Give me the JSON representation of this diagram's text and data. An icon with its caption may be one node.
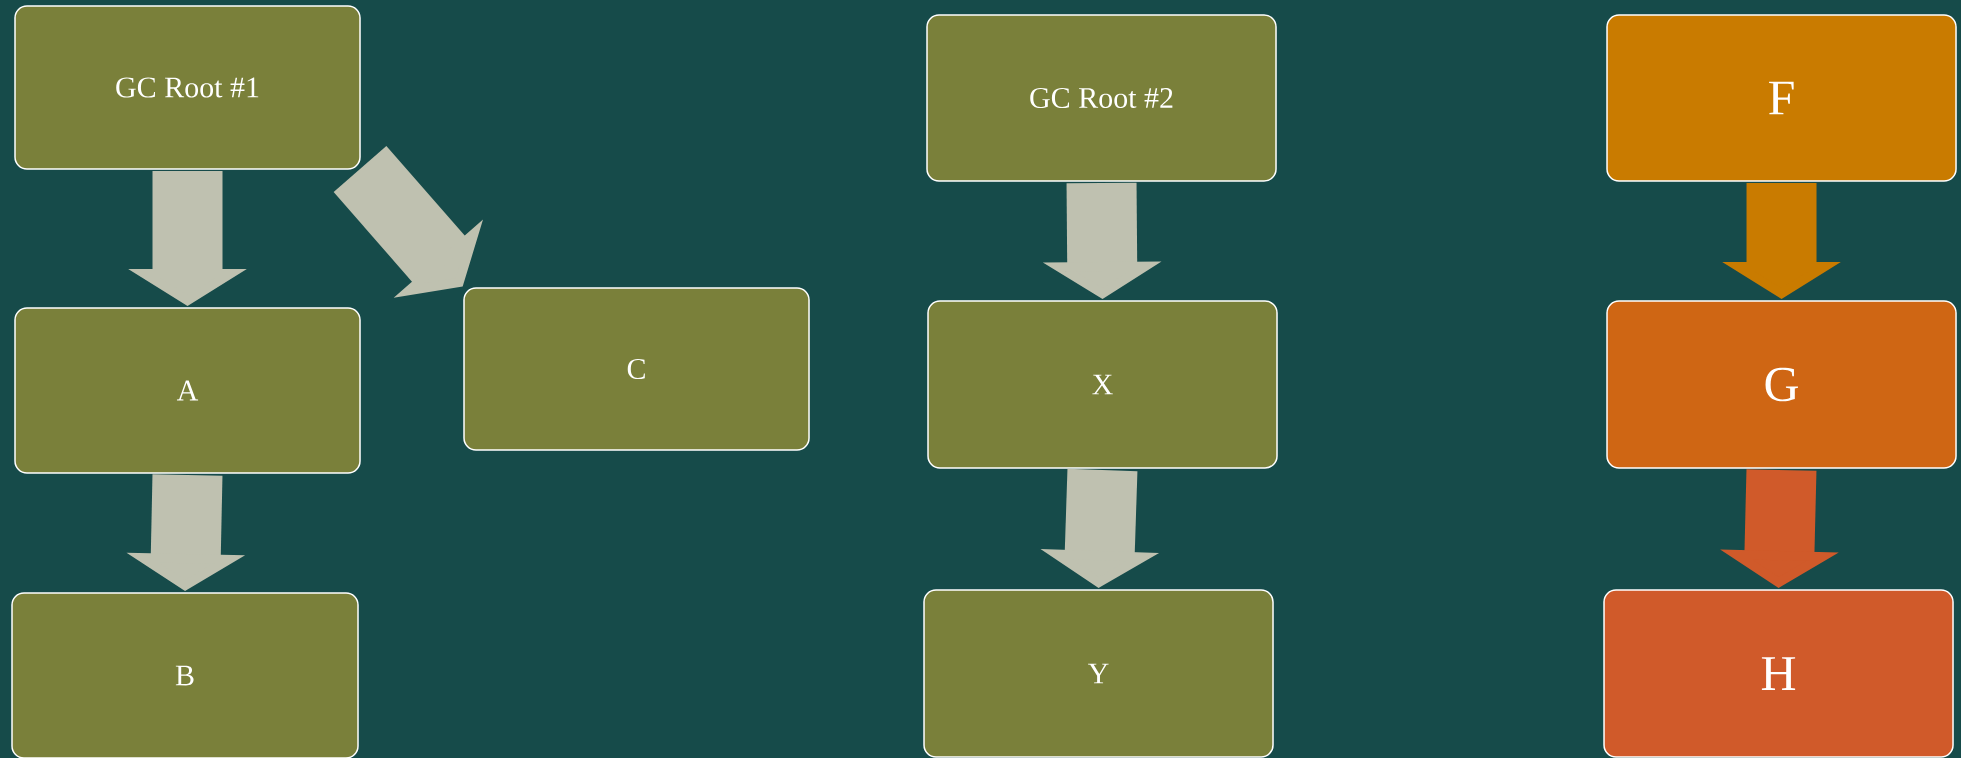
{
  "diagram": {
    "nodes": [
      {
        "text": [
          "GC Root #1"
        ]
      },
      {
        "text": [
          "A"
        ]
      },
      {
        "text": [
          "B"
        ]
      },
      {
        "text": [
          "C"
        ]
      },
      {
        "text": [
          "GC Root #2"
        ]
      },
      {
        "text": [
          "X"
        ]
      },
      {
        "text": [
          "Y"
        ]
      },
      {
        "text": [
          "F"
        ]
      },
      {
        "text": [
          "G"
        ]
      },
      {
        "text": [
          "H"
        ]
      }
    ],
    "edges": [
      {
        "from": 0,
        "to": 1,
        "arrow": "to"
      },
      {
        "from": 1,
        "to": 2,
        "arrow": "to"
      },
      {
        "from": 0,
        "to": 3,
        "arrow": "to"
      },
      {
        "from": 4,
        "to": 5,
        "arrow": "to"
      },
      {
        "from": 5,
        "to": 6,
        "arrow": "to"
      },
      {
        "from": 7,
        "to": 8,
        "arrow": "to",
        "color": "#c97b00"
      },
      {
        "from": 8,
        "to": 9,
        "arrow": "to",
        "color": "#d05a2a"
      }
    ]
  }
}
